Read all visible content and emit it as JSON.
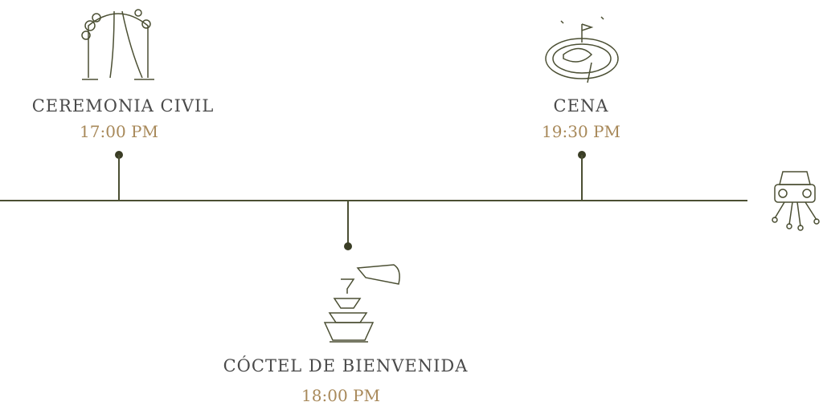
{
  "events": [
    {
      "title": "CEREMONIA CIVIL",
      "time": "17:00 PM",
      "icon": "floral-arch-icon"
    },
    {
      "title": "CÓCTEL DE BIENVENIDA",
      "time": "18:00 PM",
      "icon": "champagne-tower-icon"
    },
    {
      "title": "CENA",
      "time": "19:30 PM",
      "icon": "dinner-plate-icon"
    }
  ],
  "end_icon": "just-married-car-icon",
  "colors": {
    "line": "#4b4f33",
    "title": "#4a4a4a",
    "time": "#a8895a"
  }
}
